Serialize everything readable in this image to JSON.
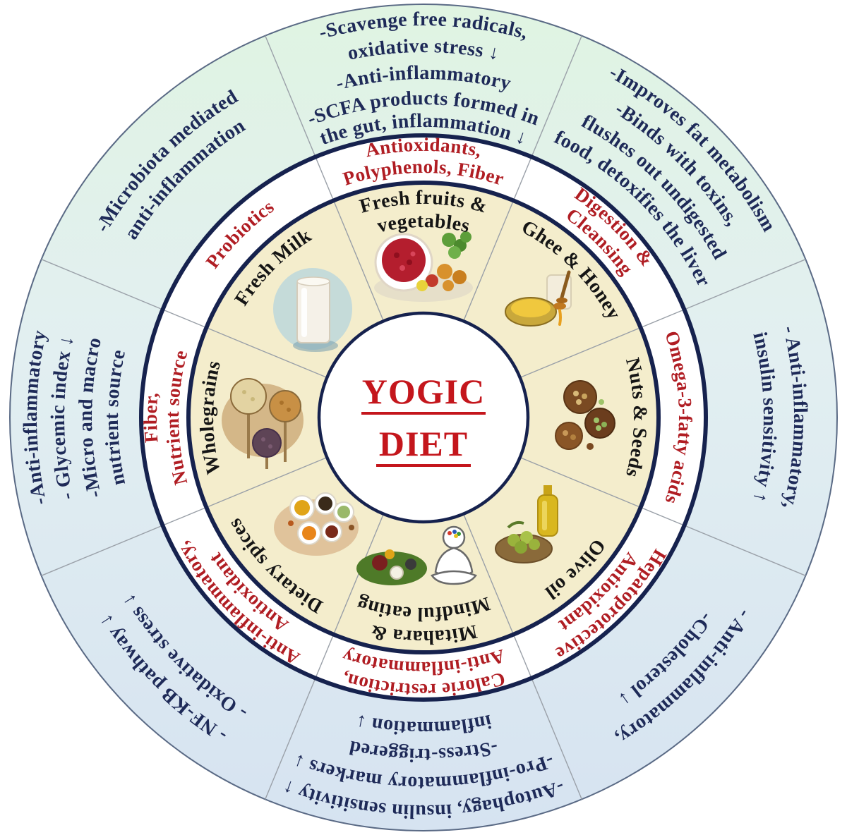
{
  "center": {
    "line1": "YOGIC",
    "line2": "DIET"
  },
  "colors": {
    "navy_text": "#1e2a58",
    "red_text": "#b01d23",
    "center_red": "#c4161c",
    "ring_border_navy": "#16224e",
    "inner_ring_beige": "#f4edcc",
    "outer_ring_green": "#e1f3e3",
    "outer_ring_blue": "#d8e4f1",
    "middle_ring_white": "#ffffff"
  },
  "sectors": [
    {
      "position": "north",
      "food_lines": [
        "Fresh fruits &",
        "vegetables"
      ],
      "property_lines": [
        "Antioxidants,",
        "Polyphenols, Fiber"
      ],
      "effect_lines": [
        "-Scavenge free radicals,",
        "oxidative stress ↓",
        "-Anti-inflammatory",
        "-SCFA products formed in",
        "the gut, inflammation ↓"
      ]
    },
    {
      "position": "north-east",
      "food_lines": [
        "Ghee & Honey"
      ],
      "property_lines": [
        "Digestion &",
        "Cleansing"
      ],
      "effect_lines": [
        "-Improves fat metabolism",
        "-Binds with toxins,",
        "flushes out undigested",
        "food, detoxifies the liver"
      ]
    },
    {
      "position": "east",
      "food_lines": [
        "Nuts & Seeds"
      ],
      "property_lines": [
        "Omega-3-fatty acids"
      ],
      "effect_lines": [
        "- Anti-inflammatory,",
        "insulin sensitivity ↑"
      ]
    },
    {
      "position": "south-east",
      "food_lines": [
        "Olive oil"
      ],
      "property_lines": [
        "Hepatoprotective",
        "Antioxidant"
      ],
      "effect_lines": [
        "- Anti-inflammatory,",
        "-Cholesterol ↓"
      ]
    },
    {
      "position": "south",
      "food_lines": [
        "Mitahara &",
        "Mindful eating"
      ],
      "property_lines": [
        "Calorie restriction,",
        "Anti-inflammatory"
      ],
      "effect_lines": [
        "-Autophagy, insulin sensitivity ↑",
        "-Pro-inflammatory markers ↓",
        "-Stress-triggered",
        "inflammation ↓"
      ]
    },
    {
      "position": "south-west",
      "food_lines": [
        "Dietary spices"
      ],
      "property_lines": [
        "Anti-inflammatory,",
        "Antioxidant"
      ],
      "effect_lines": [
        "- NF-KB pathway ↓",
        "- Oxidative stress ↓"
      ]
    },
    {
      "position": "west",
      "food_lines": [
        "Wholegrains"
      ],
      "property_lines": [
        "Fiber,",
        "Nutrient source"
      ],
      "effect_lines": [
        "-Anti-inflammatory",
        "- Glycemic index ↓",
        "-Micro and macro",
        "nutrient source"
      ]
    },
    {
      "position": "north-west",
      "food_lines": [
        "Fresh Milk"
      ],
      "property_lines": [
        "Probiotics"
      ],
      "effect_lines": [
        "-Microbiota mediated",
        "anti-inflammation"
      ]
    }
  ]
}
